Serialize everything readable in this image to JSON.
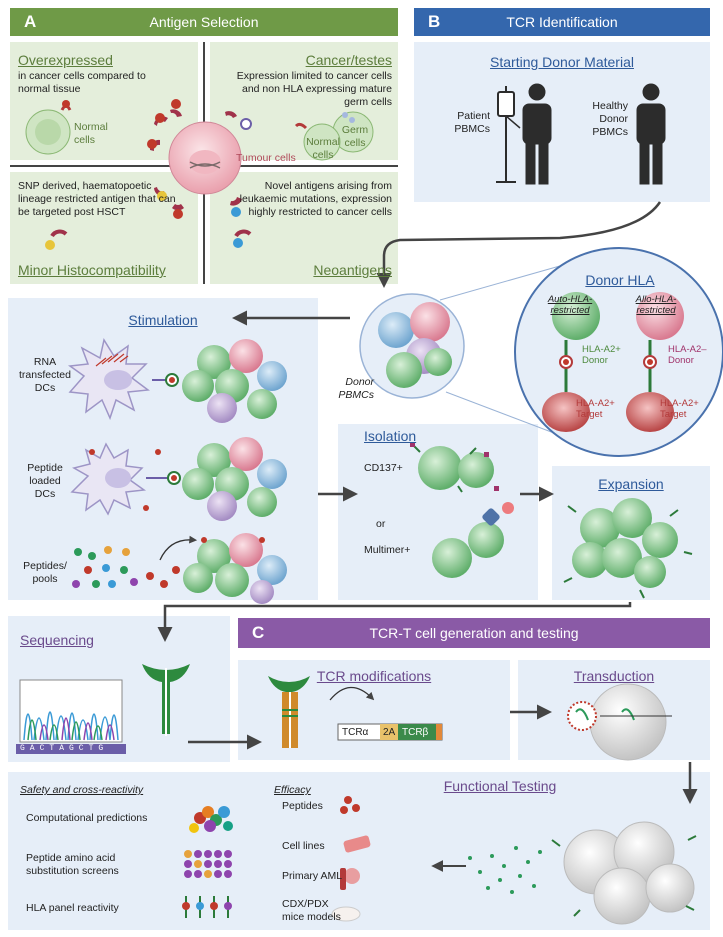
{
  "panel_a": {
    "letter": "A",
    "title": "Antigen Selection",
    "overexpressed": {
      "title": "Overexpressed",
      "body": "in cancer cells compared to normal tissue",
      "normal_label": "Normal\ncells"
    },
    "cancer_testes": {
      "title": "Cancer/testes",
      "body": "Expression limited to cancer cells and non HLA expressing mature germ cells",
      "normal_label": "Normal\ncells",
      "germ_label": "Germ\ncells"
    },
    "tumour_label": "Tumour cells",
    "minor": {
      "title": "Minor Histocompatibility",
      "body": "SNP derived, haematopoetic lineage restricted antigen that can be targeted post HSCT"
    },
    "neo": {
      "title": "Neoantigens",
      "body": "Novel antigens arising from leukaemic mutations, expression highly restricted to cancer cells"
    }
  },
  "panel_b": {
    "letter": "B",
    "title": "TCR Identification",
    "starting": {
      "title": "Starting Donor Material",
      "patient": "Patient\nPBMCs",
      "healthy": "Healthy\nDonor\nPBMCs"
    },
    "donor_pbmcs": "Donor\nPBMCs",
    "donor_hla": {
      "title": "Donor HLA",
      "auto": "Auto-HLA-\nrestricted",
      "allo": "Allo-HLA-\nrestricted",
      "auto_donor": "HLA-A2+\nDonor",
      "allo_donor": "HLA-A2–\nDonor",
      "auto_target": "HLA-A2+\nTarget",
      "allo_target": "HLA-A2+\nTarget"
    },
    "stimulation": {
      "title": "Stimulation",
      "rna": "RNA\ntransfected\nDCs",
      "peptide": "Peptide\nloaded\nDCs",
      "pools": "Peptides/\npools"
    },
    "isolation": {
      "title": "Isolation",
      "cd137": "CD137+",
      "or": "or",
      "multimer": "Multimer+"
    },
    "expansion": {
      "title": "Expansion"
    }
  },
  "sequencing": {
    "title": "Sequencing",
    "bases": "GACTAGCTG"
  },
  "panel_c": {
    "letter": "C",
    "title": "TCR-T cell generation and testing",
    "tcr_mod": {
      "title": "TCR modifications",
      "alpha": "TCRα",
      "mid": "2A",
      "beta": "TCRβ"
    },
    "transduction": {
      "title": "Transduction"
    },
    "functional": {
      "title": "Functional Testing"
    },
    "safety": {
      "title": "Safety and cross-reactivity",
      "items": [
        "Computational predictions",
        "Peptide amino acid\nsubstitution screens",
        "HLA panel reactivity"
      ]
    },
    "efficacy": {
      "title": "Efficacy",
      "items": [
        "Peptides",
        "Cell lines",
        "Primary AML",
        "CDX/PDX\nmice models"
      ]
    }
  },
  "colors": {
    "green_header": "#6f9a47",
    "blue_header": "#3467ad",
    "purple_header": "#8a5aa6",
    "green_bg": "#e4eedb",
    "blue_bg": "#e6eef8"
  }
}
